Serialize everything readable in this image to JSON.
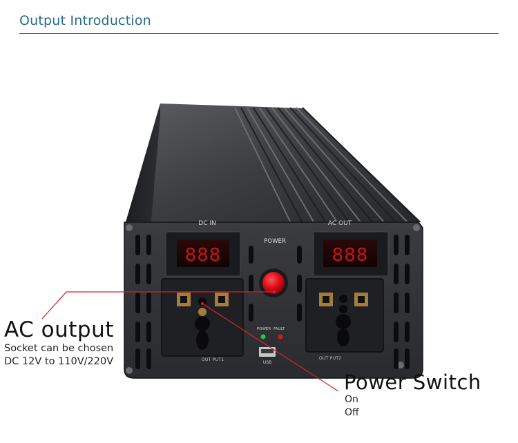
{
  "header": {
    "title": "Output Introduction"
  },
  "panel": {
    "dc_in_label": "DC IN",
    "ac_out_label": "AC OUT",
    "power_label": "POWER",
    "led_power_label": "POWER",
    "led_fault_label": "FAULT",
    "usb_label": "USB",
    "outlet1_label": "OUT PUT1",
    "outlet2_label": "OUT PUT2",
    "dc_display": "888",
    "ac_display": "888"
  },
  "callouts": {
    "ac_output": {
      "title": "AC output",
      "line1": "Socket can be chosen",
      "line2": "DC 12V to 110V/220V"
    },
    "power_switch": {
      "title": "Power Switch",
      "line1": "On",
      "line2": "Off"
    }
  },
  "colors": {
    "header_text": "#2c6b86",
    "header_rule": "#3f6675",
    "callout_line": "#d2232a",
    "switch_red": "#e0101a",
    "display_red": "#c8141a",
    "led_green": "#2ec04a",
    "led_red": "#d81818"
  }
}
